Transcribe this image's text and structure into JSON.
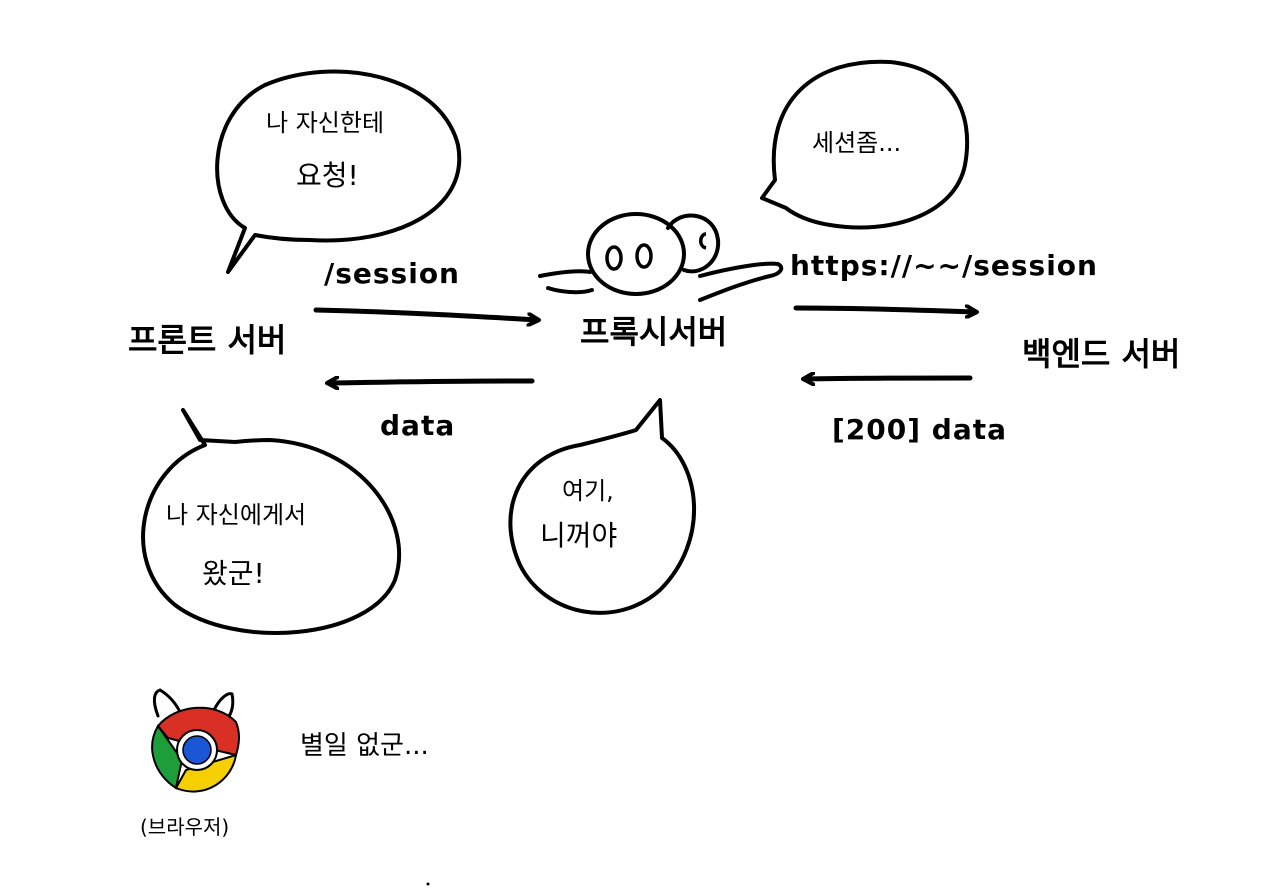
{
  "servers": {
    "front": "프론트 서버",
    "proxy": "프록시서버",
    "backend": "백엔드 서버"
  },
  "edges": {
    "front_to_proxy": "/session",
    "proxy_to_back": "https://~~/session",
    "back_to_proxy": "[200] data",
    "proxy_to_front": "data"
  },
  "bubbles": {
    "front_top_line1": "나 자신한테",
    "front_top_line2": "요청!",
    "proxy_top": "세션좀...",
    "front_bottom_line1": "나 자신에게서",
    "front_bottom_line2": "왔군!",
    "proxy_bottom_line1": "여기,",
    "proxy_bottom_line2": "니꺼야"
  },
  "browser": {
    "remark": "별일 없군...",
    "caption": "(브라우저)"
  },
  "colors": {
    "ink": "#000000",
    "chrome_red": "#d93025",
    "chrome_green": "#1e9e3a",
    "chrome_yellow": "#f4d000",
    "chrome_blue": "#1a56d6"
  }
}
